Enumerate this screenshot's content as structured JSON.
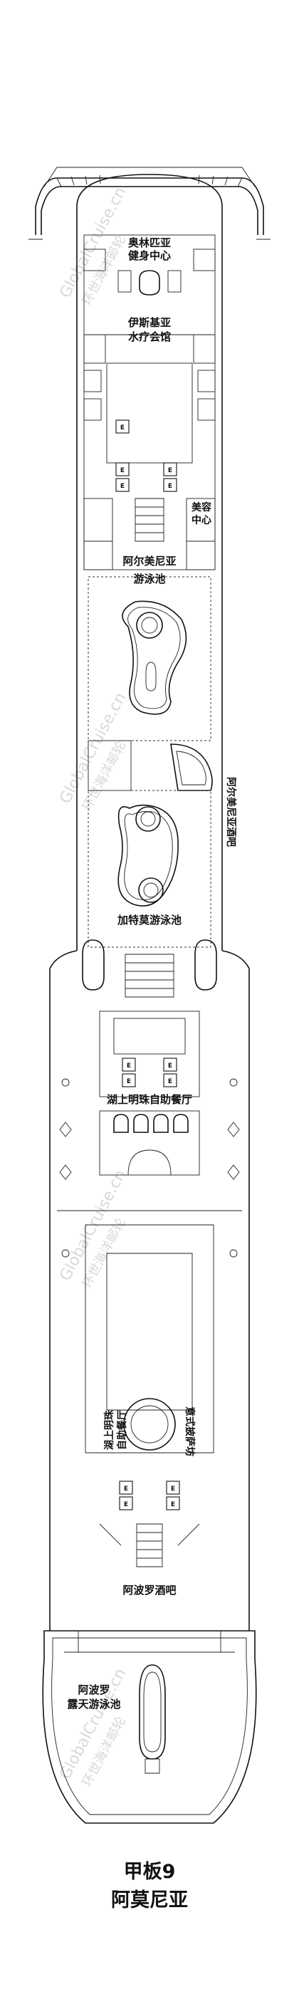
{
  "labels": {
    "olympia_fitness_line1": "奥林匹亚",
    "olympia_fitness_line2": "健身中心",
    "spa_line1": "伊斯基亚",
    "spa_line2": "水疗会馆",
    "beauty_line1": "美容",
    "beauty_line2": "中心",
    "armenia_pool_line1": "阿尔美尼亚",
    "armenia_pool_line2": "游泳池",
    "armenia_bar": "阿尔美尼亚酒吧",
    "gato_pool": "加特莫游泳池",
    "lake_buffet": "湖上明珠自助餐厅",
    "lake_buffet_side_line1": "湖上明珠",
    "lake_buffet_side_line2": "自助餐厅",
    "pizzeria": "意式披萨坊",
    "apollo_bar": "阿波罗酒吧",
    "apollo_pool_line1": "阿波罗",
    "apollo_pool_line2": "露天游泳池"
  },
  "elevator_letter": "E",
  "title": {
    "deck": "甲板9",
    "ship": "阿莫尼亚"
  },
  "watermark": {
    "text_en": "GlobalCruise.cn",
    "text_cn": "环世海洋邮轮"
  }
}
